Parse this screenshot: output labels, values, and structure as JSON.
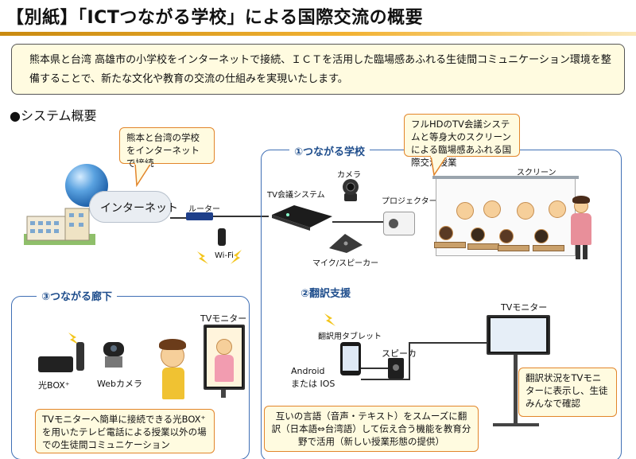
{
  "header": {
    "title": "【別紙】「ICTつながる学校」による国際交流の概要"
  },
  "summary": {
    "text": "熊本県と台湾 高雄市の小学校をインターネットで接続、ＩＣＴを活用した臨場感あふれる生徒間コミュニケーション環境を整備することで、新たな文化や教育の交流の仕組みを実現いたします。"
  },
  "system": {
    "section_label": "●システム概要"
  },
  "left": {
    "callout": "熊本と台湾の学校をインターネットで接続",
    "internet_label": "インターネット",
    "router_label": "ルーター",
    "wifi_label": "Wi-Fi"
  },
  "block1": {
    "title": "①つながる学校",
    "callout": "フルHDのTV会議システムと等身大のスクリーンによる臨場感あふれる国際交流授業",
    "camera_label": "カメラ",
    "tv_conf_label": "TV会議システム",
    "projector_label": "プロジェクター",
    "screen_label": "スクリーン",
    "mic_label": "マイク/スピーカー"
  },
  "block2": {
    "title": "②翻訳支援",
    "tablet_label": "翻訳用タブレット",
    "speaker_label": "スピーカ",
    "os_label_1": "Android",
    "os_label_2": "または IOS",
    "monitor_label": "TVモニター",
    "monitor_callout": "翻訳状況をTVモニターに表示し、生徒みんなで確認",
    "bottom_callout": "互いの言語（音声・テキスト）をスムーズに翻訳（日本語⇔台湾語）して伝え合う機能を教育分野で活用（新しい授業形態の提供）"
  },
  "block3": {
    "title": "③つながる廊下",
    "hikari_box_label": "光BOX⁺",
    "webcam_label": "Webカメラ",
    "monitor_label": "TVモニター",
    "callout": "TVモニターへ簡単に接続できる光BOX⁺を用いたテレビ電話による授業以外の場での生徒間コミュニケーション"
  },
  "colors": {
    "frame_blue": "#3f6fb5",
    "callout_border": "#e2852a",
    "callout_fill": "#fffbe0",
    "title_rule": "#f2b233"
  },
  "icons": [
    "globe-icon",
    "school-building-icon",
    "router-icon",
    "wifi-icon",
    "camera-icon",
    "projector-icon",
    "microphone-speaker-icon",
    "tablet-icon",
    "speaker-icon",
    "tv-monitor-icon",
    "set-top-box-icon",
    "remote-icon",
    "webcam-icon"
  ]
}
